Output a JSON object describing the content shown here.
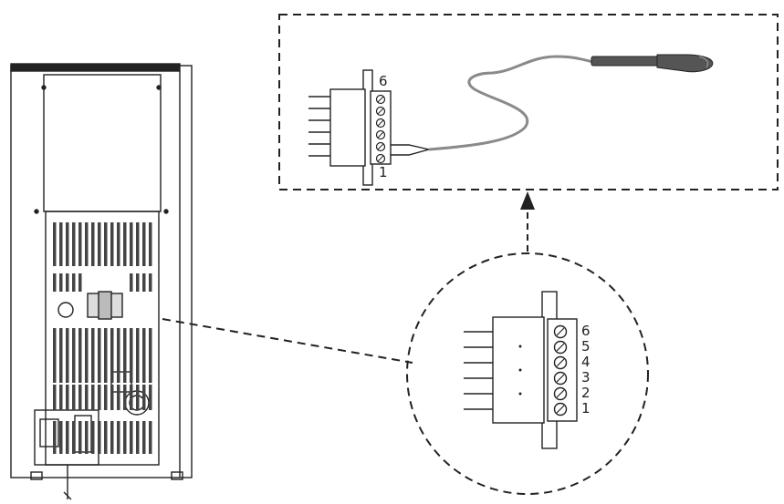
{
  "colors": {
    "line": "#222222",
    "vent": "#444444",
    "cable": "#8a8a8a",
    "probe": "#666666",
    "background": "#ffffff"
  },
  "detail_box": {
    "terminal_labels": [
      "6",
      "1"
    ]
  },
  "zoom_circle": {
    "terminal_labels": [
      "6",
      "5",
      "4",
      "3",
      "2",
      "1"
    ]
  },
  "icons": {
    "arrow": "arrow-up-icon",
    "probe": "temperature-probe-icon"
  }
}
